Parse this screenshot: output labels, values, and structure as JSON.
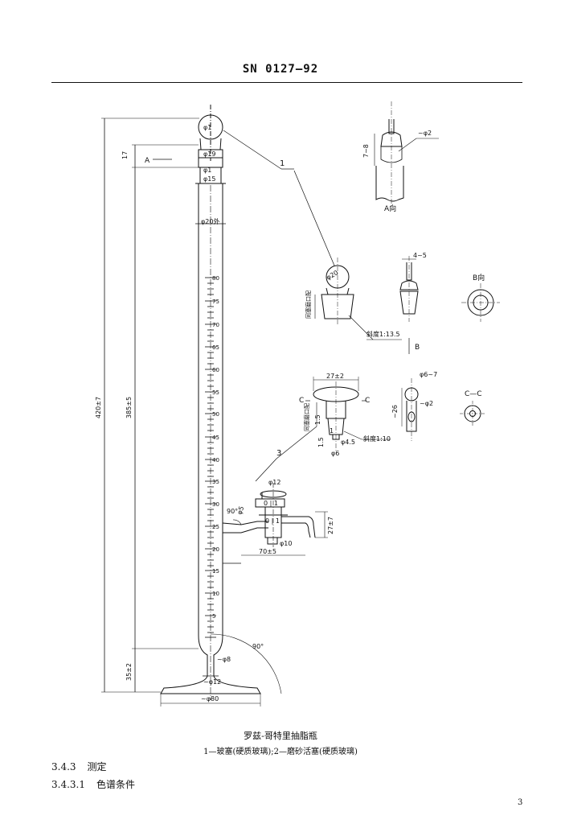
{
  "header": {
    "code": "SN 0127—92"
  },
  "figure": {
    "title": "罗兹-哥特里抽脂瓶",
    "legend": "1—玻塞(硬质玻璃);2—磨砂活塞(硬质玻璃)",
    "dims": {
      "total_height": "420±7",
      "graduated_height": "385±5",
      "foot_height": "35±2",
      "dim_17": "17",
      "phi_1_top": "φ1",
      "phi_19": "φ19",
      "phi_1_neck": "φ1",
      "phi_15": "φ15",
      "phi_20_outer": "φ20外",
      "phi_8": "~φ8",
      "phi_12_foot": "~φ12",
      "phi_80": "~φ80",
      "angle_90_a": "90°",
      "angle_90_b": "90°",
      "phi_5": "φ5",
      "phi_12_tap": "φ12",
      "phi_10": "φ10",
      "dim_70": "70±5",
      "dim_27_tap": "27±7",
      "dim_27": "27±2",
      "dim_4_5": "4~5",
      "dim_7_8": "7~8",
      "phi_2_a": "~φ2",
      "phi_20_stopper": "φ20",
      "slope_stopper": "斜度1:13.5",
      "slope_tap": "斜度1:10",
      "phi_6_7": "φ6~7",
      "phi_2_b": "~φ2",
      "dim_26": "~26",
      "phi_4_5": "φ4.5",
      "phi_6": "φ6",
      "dim_1_5_a": "1.5",
      "dim_1_5_b": "1.5",
      "dim_1": "1",
      "dim_0_1": "0 | 1",
      "dim_0_1b": "0 | 1"
    },
    "labels": {
      "leader_1": "1",
      "leader_3": "3",
      "view_a_marker": "A",
      "view_a": "A向",
      "view_b_marker": "B",
      "view_b": "B向",
      "section_c_left": "C",
      "section_c_right": "C",
      "section_cc": "C—C",
      "grind_note_a": "同塞磨口配",
      "grind_note_b": "同塞磨口配"
    },
    "scale_labels": [
      "80",
      "75",
      "70",
      "65",
      "60",
      "55",
      "50",
      "45",
      "40",
      "35",
      "30",
      "25",
      "20",
      "15",
      "10",
      "5"
    ]
  },
  "sections": [
    {
      "number": "3.4.3",
      "title": "测定"
    },
    {
      "number": "3.4.3.1",
      "title": "色谱条件"
    }
  ],
  "page_number": "3"
}
